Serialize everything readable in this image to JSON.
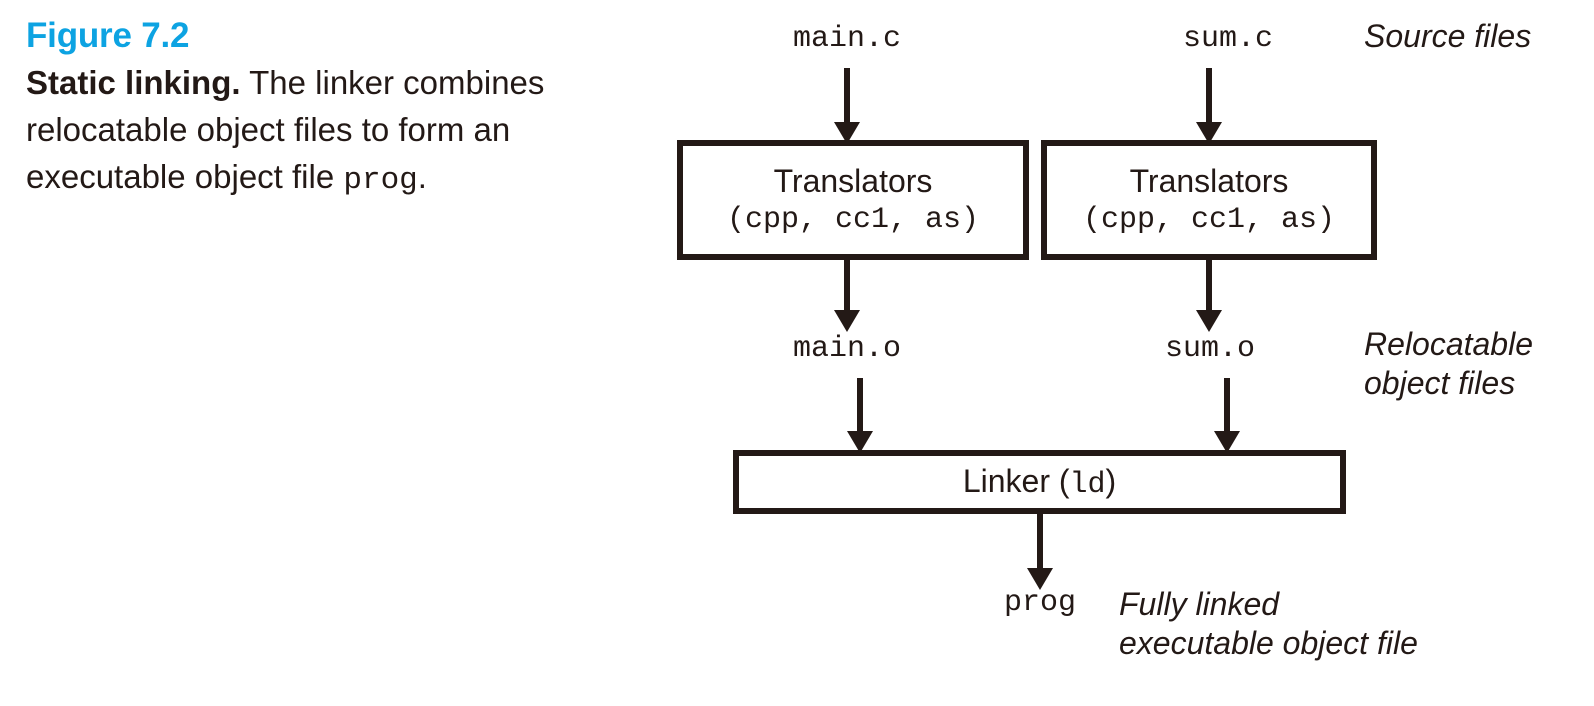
{
  "caption": {
    "figure_number": "Figure 7.2",
    "title": "Static linking.",
    "body_part1": " The linker combines relocatable object files to form an executable object file ",
    "body_mono": "prog",
    "body_part2": "."
  },
  "diagram": {
    "source_files": [
      {
        "name": "main.c"
      },
      {
        "name": "sum.c"
      }
    ],
    "translators": [
      {
        "line1": "Translators",
        "line2": "(cpp, cc1, as)"
      },
      {
        "line1": "Translators",
        "line2": "(cpp, cc1, as)"
      }
    ],
    "object_files": [
      {
        "name": "main.o"
      },
      {
        "name": "sum.o"
      }
    ],
    "linker": {
      "label_text": "Linker (",
      "label_mono": "ld",
      "label_close": ")"
    },
    "output": {
      "name": "prog"
    },
    "annotations": {
      "source": "Source files",
      "relocatable_line1": "Relocatable",
      "relocatable_line2": "object files",
      "executable_line1": "Fully linked",
      "executable_line2": "executable object file"
    }
  },
  "colors": {
    "accent_blue": "#0DA3E2",
    "ink": "#231916",
    "background": "#ffffff"
  }
}
